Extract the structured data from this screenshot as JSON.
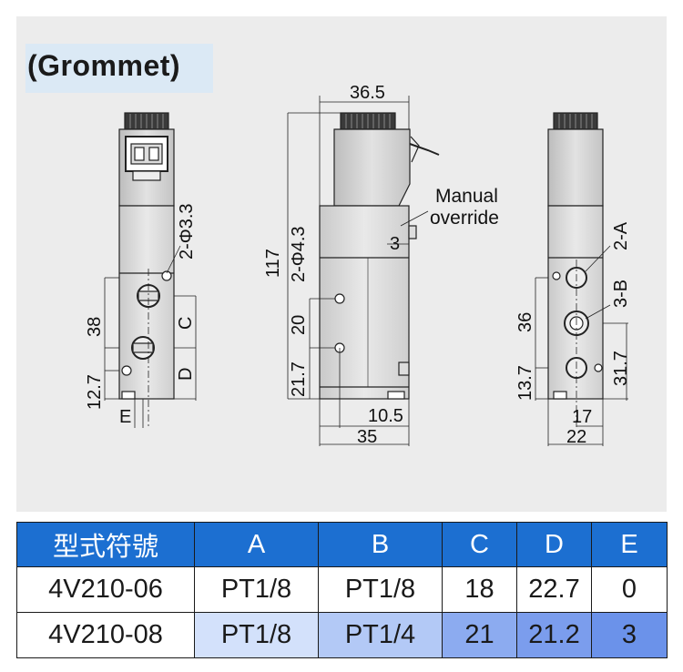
{
  "title": "(Grommet)",
  "left_view": {
    "dim_hole": "2-Φ3.3",
    "dim_38": "38",
    "dim_12_7": "12.7",
    "label_c": "C",
    "label_d": "D",
    "label_e": "E"
  },
  "middle_view": {
    "dim_width_top": "36.5",
    "dim_height": "117",
    "dim_hole": "2-Φ4.3",
    "dim_20": "20",
    "dim_21_7": "21.7",
    "dim_3": "3",
    "dim_10_5": "10.5",
    "dim_35": "35",
    "manual_line1": "Manual",
    "manual_line2": "override"
  },
  "right_view": {
    "dim_36": "36",
    "dim_13_7": "13.7",
    "label_2a": "2-A",
    "label_3b": "3-B",
    "dim_31_7": "31.7",
    "dim_17": "17",
    "dim_22": "22"
  },
  "table": {
    "headers": [
      "型式符號",
      "A",
      "B",
      "C",
      "D",
      "E"
    ],
    "rows": [
      [
        "4V210-06",
        "PT1/8",
        "PT1/8",
        "18",
        "22.7",
        "0"
      ],
      [
        "4V210-08",
        "PT1/8",
        "PT1/4",
        "21",
        "21.2",
        "3"
      ]
    ]
  }
}
